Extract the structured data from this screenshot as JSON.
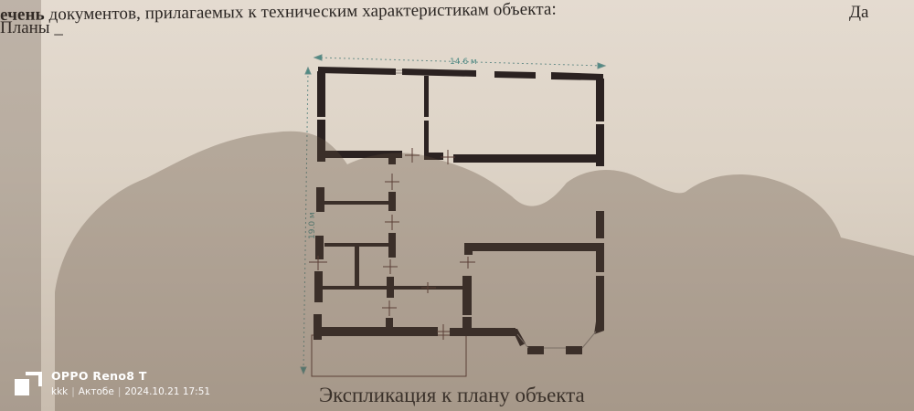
{
  "document": {
    "header_line_prefix": "ечень",
    "header_line_rest": " документов, прилагаемых к техническим характеристикам объекта:",
    "answer": "Да",
    "plans_label": "Планы _",
    "caption": "Экспликация к плану объекта"
  },
  "floor_plan": {
    "width_dimension": "14.6 м",
    "height_dimension": "19.0 м"
  },
  "watermark": {
    "device": "OPPO Reno8 T",
    "user": "kkk",
    "location": "Актобе",
    "datetime": "2024.10.21 17:51"
  }
}
